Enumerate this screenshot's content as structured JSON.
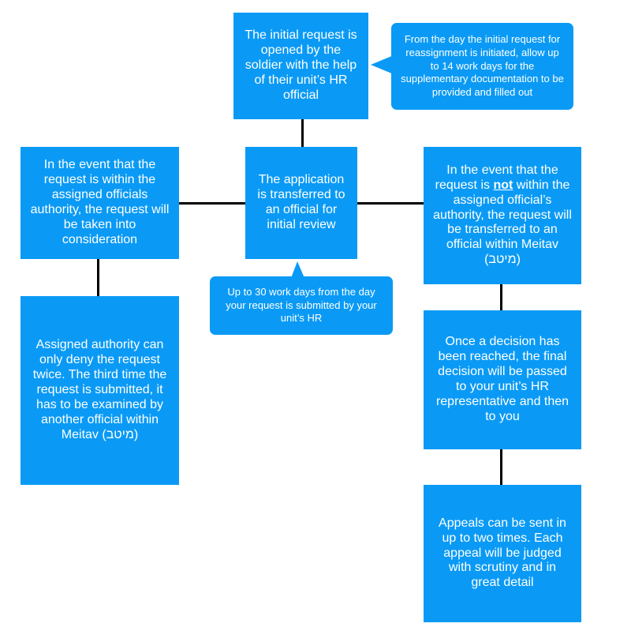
{
  "colors": {
    "box_fill": "#0a9af5",
    "text": "#ffffff",
    "connector": "#000000"
  },
  "boxes": {
    "initial_request": "The initial request is opened by the soldier with the help of their unit’s HR official",
    "application_transferred": "The application is transferred to an official for initial review",
    "within_authority": "In the event that the request is within the assigned officials authority, the request will be taken into consideration",
    "not_within_authority": {
      "before": "In the event that the request is",
      "emphasis": "not",
      "after": "within the assigned official’s authority, the request will be transferred to an official within Meitav (מיטב)"
    },
    "assigned_authority_deny": "Assigned authority can only deny the request twice. The third time the request is submitted, it has to be examined by another official within Meitav (מיטב)",
    "decision_reached": "Once a decision has been reached, the final decision will be passed to your unit’s HR representative and then to you",
    "appeals": "Appeals can be sent in up to two times. Each appeal will be judged with scrutiny and in great detail"
  },
  "callouts": {
    "reassignment_window": "From the day the initial request for reassignment is initiated, allow up to 14 work days for the supplementary documentation to be provided and filled out",
    "review_window": "Up to 30 work days from the day your request is submitted by your unit’s HR"
  }
}
